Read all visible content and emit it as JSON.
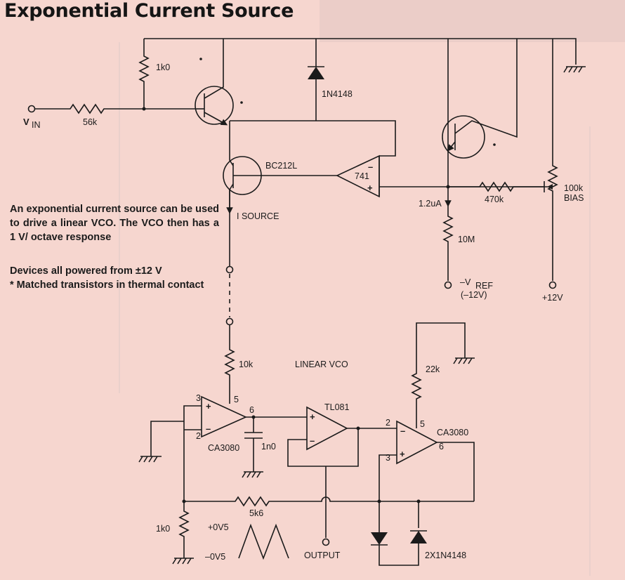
{
  "title": "Exponential Current Source",
  "description": "An exponential current source can be used to drive a linear VCO. The VCO then has a 1 V/ octave response",
  "notes": {
    "power": "Devices all powered from ±12 V",
    "matched": "* Matched transistors in thermal contact"
  },
  "labels": {
    "vin": "V",
    "vin_sub": "IN",
    "r_56k": "56k",
    "r_1k0_top": "1k0",
    "diode_1n4148": "1N4148",
    "bc212l": "BC212L",
    "opamp_741": "741",
    "i_source": "I SOURCE",
    "current_1_2ua": "1.2uA",
    "r_470k": "470k",
    "r_100k": "100k",
    "bias": "BIAS",
    "r_10m": "10M",
    "vref": "–V",
    "vref_sub": "REF",
    "vref_value": "(–12V)",
    "plus_12v": "+12V",
    "r_10k": "10k",
    "linear_vco": "LINEAR VCO",
    "r_22k": "22k",
    "tl081": "TL081",
    "ca3080_left": "CA3080",
    "ca3080_right": "CA3080",
    "c_1n0": "1n0",
    "r_5k6": "5k6",
    "r_1k0_bottom": "1k0",
    "plus_0v5": "+0V5",
    "minus_0v5": "–0V5",
    "output": "OUTPUT",
    "diodes_2x1n4148": "2X1N4148",
    "pin_3_left": "3",
    "pin_2_left": "2",
    "pin_5_left": "5",
    "pin_6_left": "6",
    "pin_2_right": "2",
    "pin_3_right": "3",
    "pin_5_right": "5",
    "pin_6_right": "6",
    "plus_sign": "+",
    "minus_sign": "–"
  },
  "colors": {
    "background": "#f6d6cf",
    "ink": "#1b1b1b",
    "page_faint": "#e8c9c4"
  }
}
